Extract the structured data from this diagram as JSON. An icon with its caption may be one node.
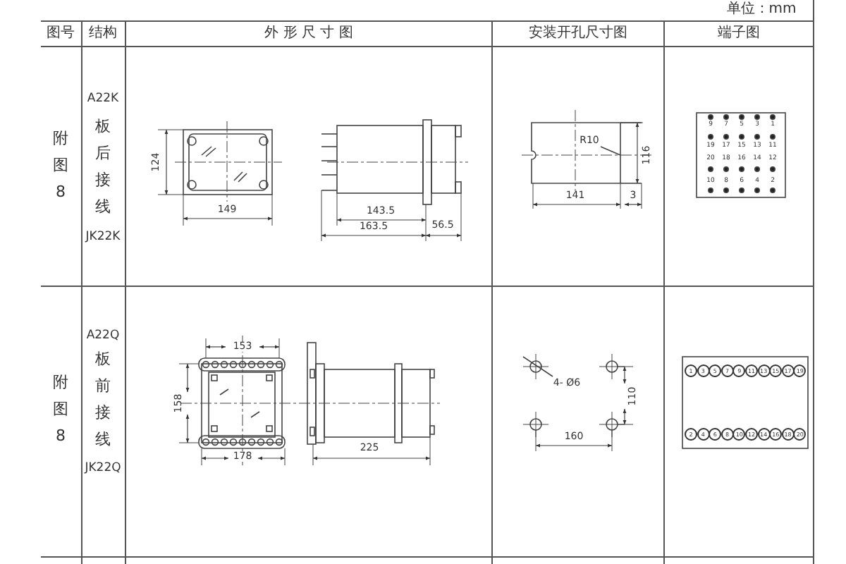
{
  "diagram": {
    "labels": [
      "单位：mm",
      "图号",
      "结构",
      "外 形 尺 寸 图",
      "安装开孔尺寸图",
      "端子图",
      "附图8",
      "A22K",
      "板后接线",
      "JK22K",
      "124",
      "149",
      "143.5",
      "163.5",
      "56.5",
      "R10",
      "116",
      "141",
      "3",
      "9",
      "7",
      "5",
      "3",
      "1",
      "19",
      "17",
      "15",
      "13",
      "11",
      "20",
      "18",
      "16",
      "14",
      "12",
      "10",
      "8",
      "6",
      "4",
      "2",
      "附图8",
      "A22Q",
      "板前接线",
      "JK22Q",
      "153",
      "158",
      "178",
      "225",
      "4- Ø6",
      "110",
      "160",
      "1",
      "3",
      "5",
      "7",
      "9",
      "11",
      "13",
      "15",
      "17",
      "19",
      "2",
      "4",
      "6",
      "8",
      "10",
      "12",
      "14",
      "16",
      "18",
      "20"
    ]
  }
}
